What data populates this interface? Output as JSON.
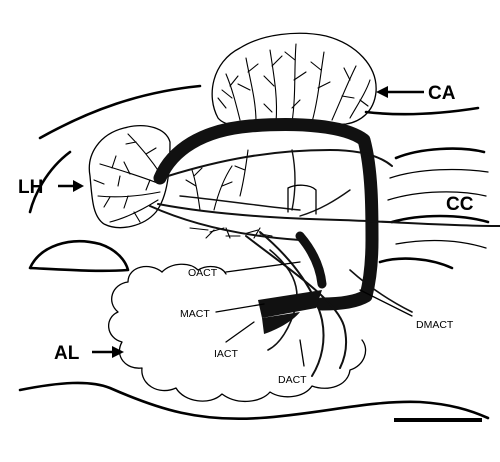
{
  "labels": {
    "ca": "CA",
    "lh": "LH",
    "cc": "CC",
    "al": "AL",
    "oact": "OACT",
    "mact": "MACT",
    "iact": "IACT",
    "dact": "DACT",
    "dmact": "DMACT"
  },
  "colors": {
    "ink": "#000000",
    "tract": "#111111",
    "background": "#ffffff"
  }
}
